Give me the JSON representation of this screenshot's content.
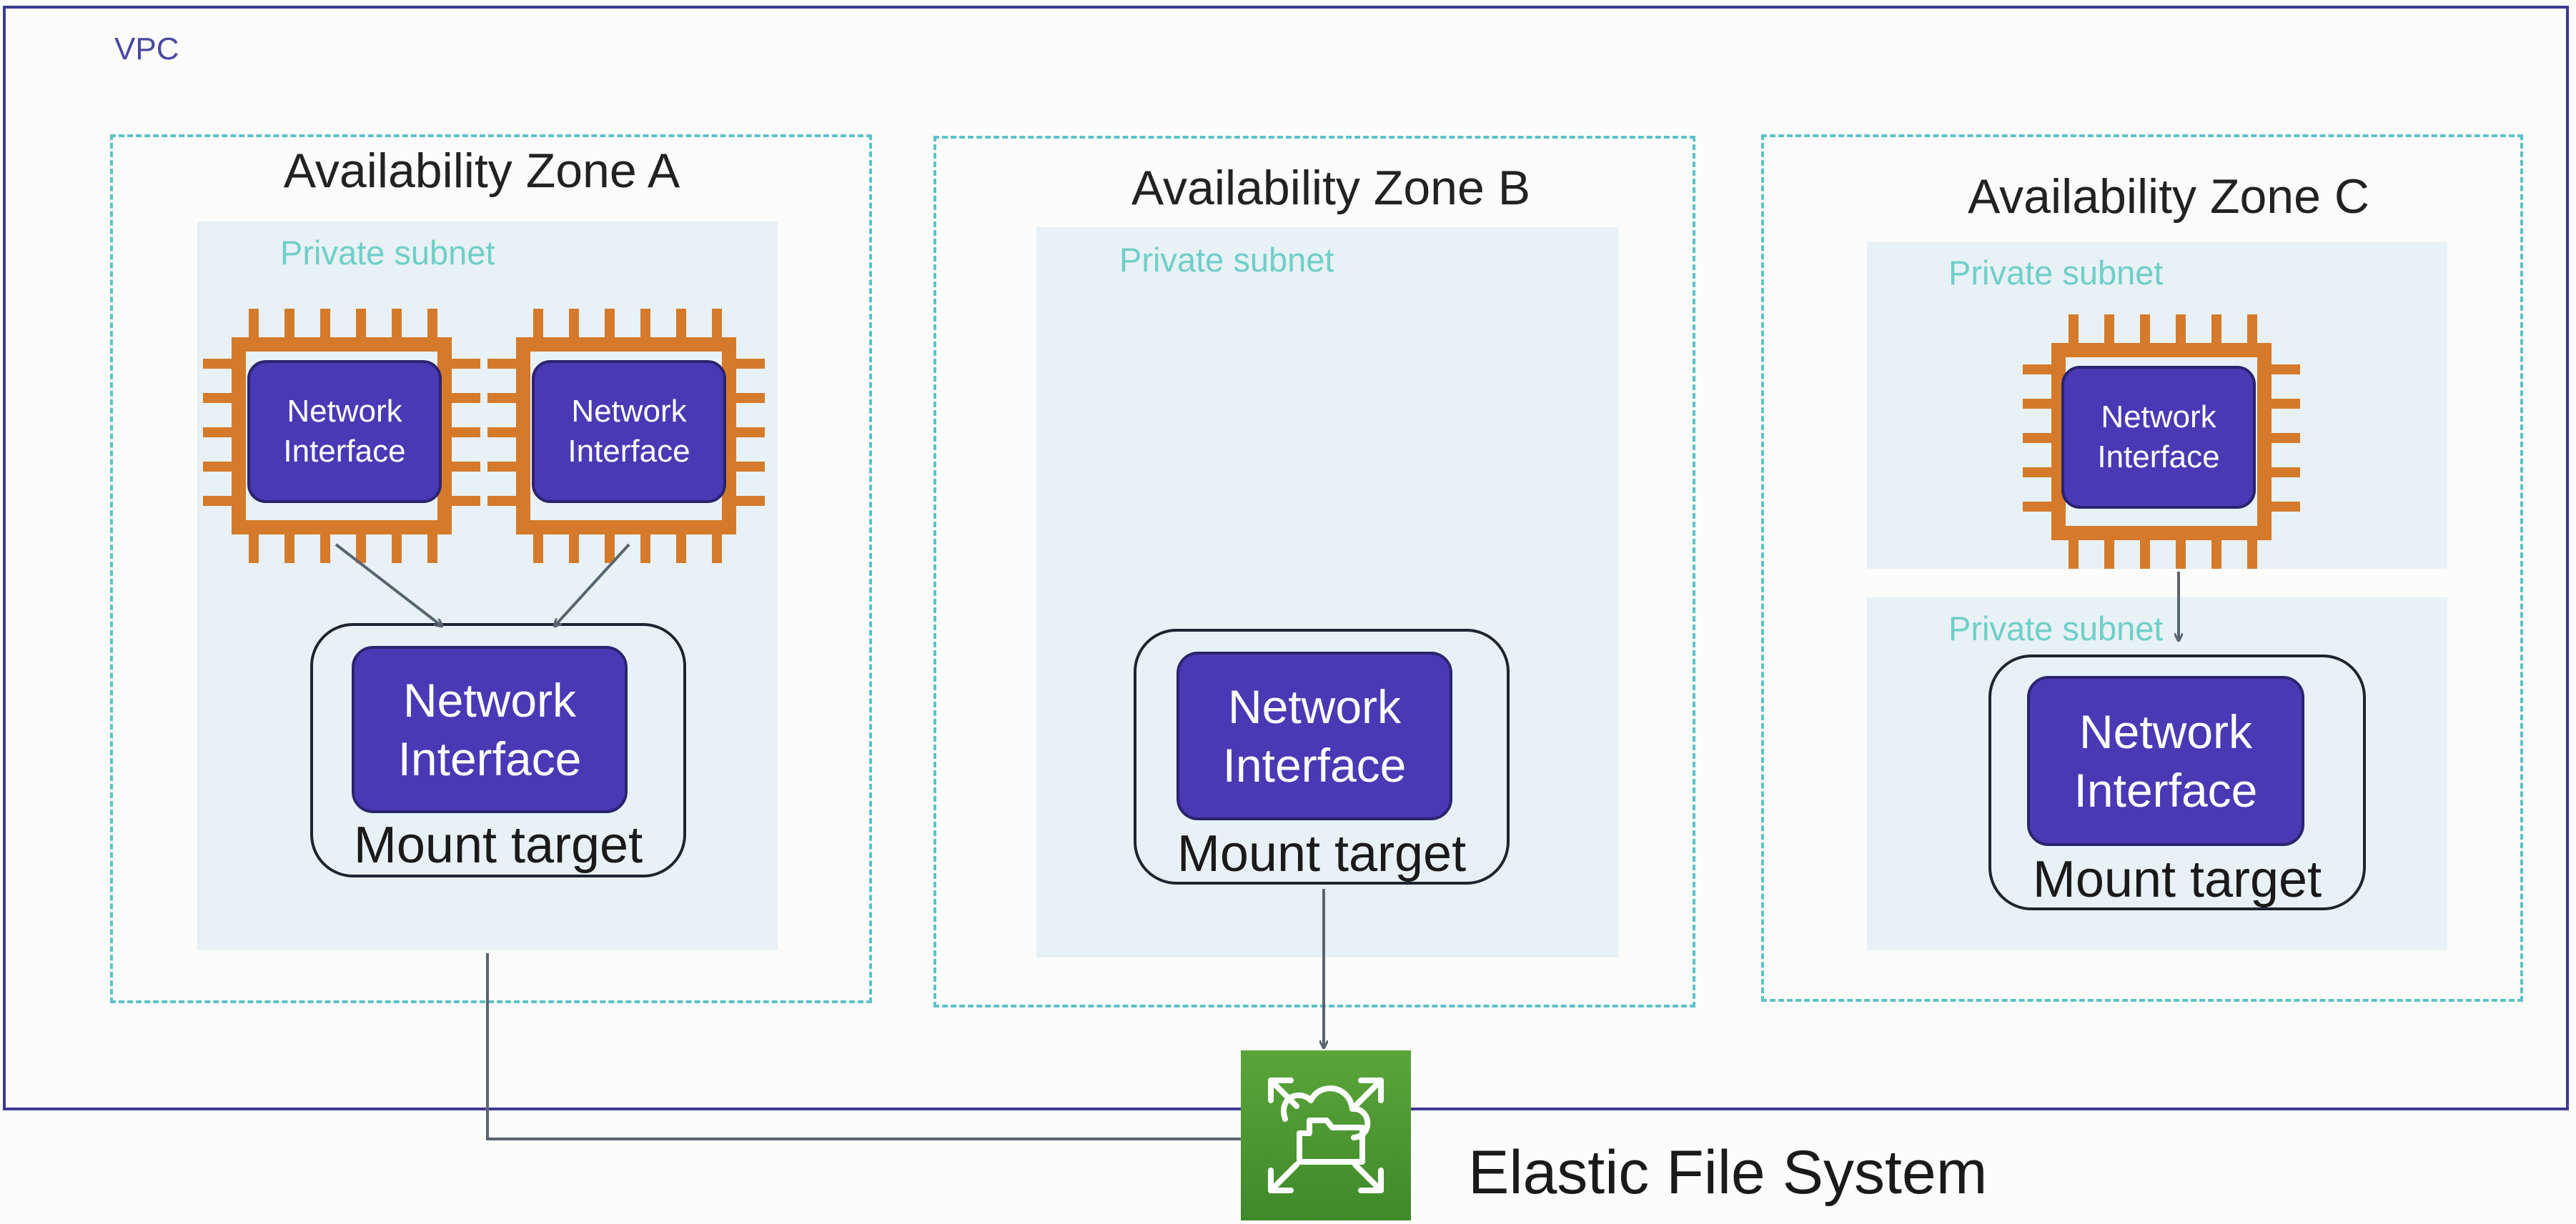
{
  "vpc": {
    "label": "VPC"
  },
  "zones": [
    {
      "title": "Availability Zone A",
      "subnets": [
        {
          "label": "Private subnet"
        }
      ],
      "instances": [
        {
          "label": "Network Interface"
        },
        {
          "label": "Network Interface"
        }
      ],
      "mount_target": {
        "interface_label": "Network Interface",
        "label": "Mount target"
      }
    },
    {
      "title": "Availability Zone B",
      "subnets": [
        {
          "label": "Private subnet"
        }
      ],
      "instances": [],
      "mount_target": {
        "interface_label": "Network Interface",
        "label": "Mount target"
      }
    },
    {
      "title": "Availability Zone C",
      "subnets": [
        {
          "label": "Private subnet"
        },
        {
          "label": "Private subnet"
        }
      ],
      "instances": [
        {
          "label": "Network Interface"
        }
      ],
      "mount_target": {
        "interface_label": "Network Interface",
        "label": "Mount target"
      }
    }
  ],
  "efs": {
    "label": "Elastic File System",
    "icon": "efs-folder-cloud-icon"
  },
  "colors": {
    "vpc_border": "#3d3a8f",
    "zone_border": "#5dc2c7",
    "subnet_fill": "#e8f1f5",
    "subnet_label": "#6fcfc8",
    "network_interface": "#4a39b4",
    "ec2_chip": "#d47a2a",
    "efs_green": "#4a9a34"
  }
}
